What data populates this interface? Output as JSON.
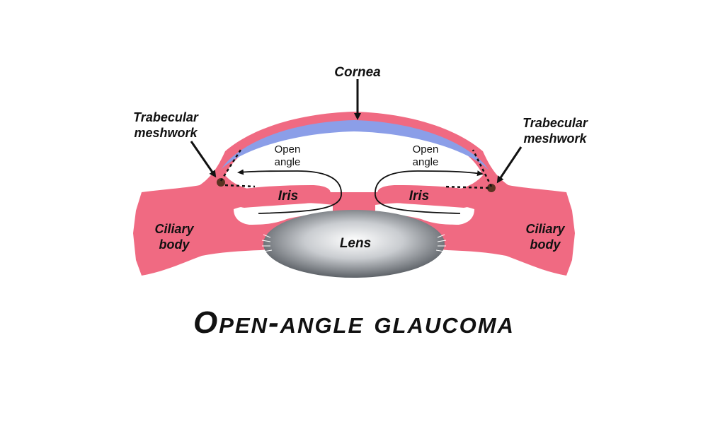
{
  "labels": {
    "cornea": "Cornea",
    "trabecular_left_line1": "Trabecular",
    "trabecular_left_line2": "meshwork",
    "trabecular_right_line1": "Trabecular",
    "trabecular_right_line2": "meshwork",
    "open_angle_left_line1": "Open",
    "open_angle_left_line2": "angle",
    "open_angle_right_line1": "Open",
    "open_angle_right_line2": "angle",
    "iris_left": "Iris",
    "iris_right": "Iris",
    "ciliary_left_line1": "Ciliary",
    "ciliary_left_line2": "body",
    "ciliary_right_line1": "Ciliary",
    "ciliary_right_line2": "body",
    "lens": "Lens"
  },
  "title": "Open-angle glaucoma",
  "colors": {
    "tissue": "#f06a82",
    "cornea_inner": "#8b9ee8",
    "lens_dark": "#555a60",
    "meshwork": "#5a3322",
    "text": "#111111",
    "background": "#ffffff"
  }
}
